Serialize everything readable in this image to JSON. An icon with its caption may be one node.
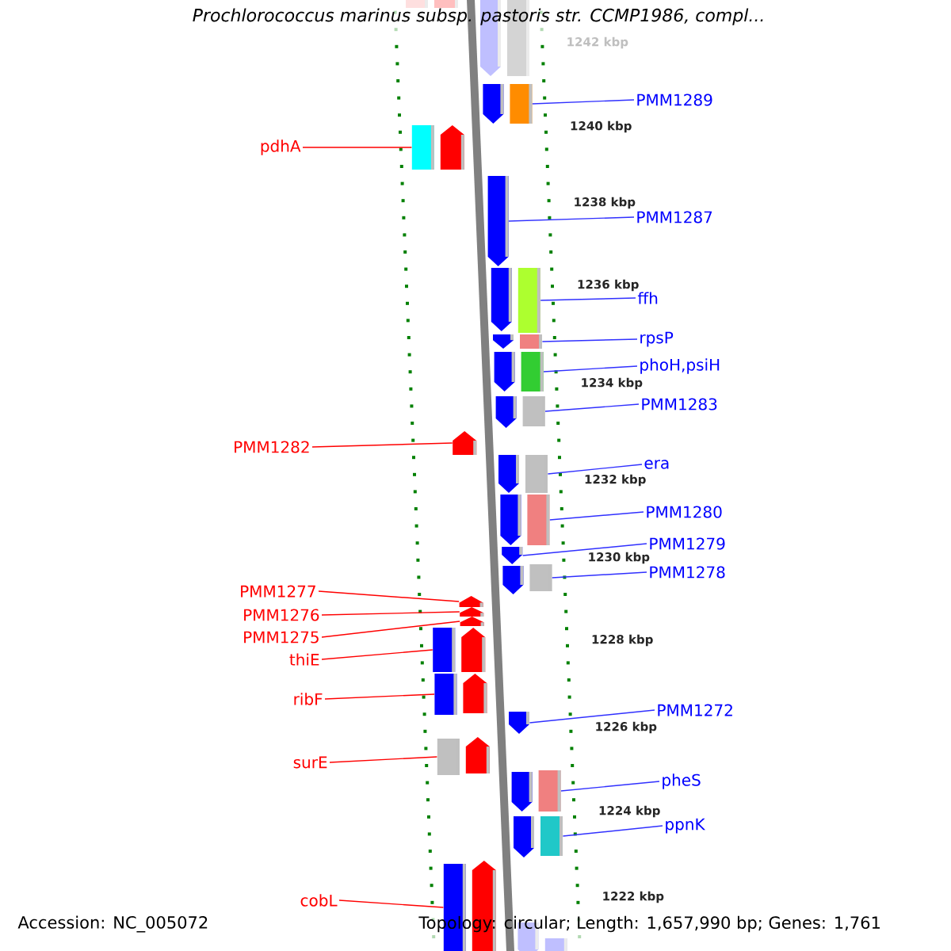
{
  "diagram": {
    "title": "Prochlorococcus marinus subsp. pastoris str. CCMP1986, compl...",
    "nodes": [
      {
        "text": [
          "PMM1289"
        ]
      },
      {
        "text": [
          "pdhA"
        ]
      },
      {
        "text": [
          "PMM1287"
        ]
      },
      {
        "text": [
          "ffh"
        ]
      },
      {
        "text": [
          "rpsP"
        ]
      },
      {
        "text": [
          "phoH,psiH"
        ]
      },
      {
        "text": [
          "PMM1283"
        ]
      },
      {
        "text": [
          "PMM1282"
        ]
      },
      {
        "text": [
          "era"
        ]
      },
      {
        "text": [
          "PMM1280"
        ]
      },
      {
        "text": [
          "PMM1279"
        ]
      },
      {
        "text": [
          "PMM1278"
        ]
      },
      {
        "text": [
          "PMM1277"
        ]
      },
      {
        "text": [
          "PMM1276"
        ]
      },
      {
        "text": [
          "PMM1275"
        ]
      },
      {
        "text": [
          "thiE"
        ]
      },
      {
        "text": [
          "ribF"
        ]
      },
      {
        "text": [
          "PMM1272"
        ]
      },
      {
        "text": [
          "surE"
        ]
      },
      {
        "text": [
          "pheS"
        ]
      },
      {
        "text": [
          "ppnK"
        ]
      },
      {
        "text": [
          "cobL"
        ]
      },
      {
        "text": [],
        "shape": "box"
      },
      {
        "text": [],
        "shape": "box"
      },
      {
        "text": [],
        "shape": "pentagon"
      },
      {
        "text": [],
        "shape": "box"
      },
      {
        "text": [],
        "shape": "box"
      },
      {
        "text": [],
        "shape": "box"
      },
      {
        "text": [],
        "shape": "box"
      },
      {
        "text": [],
        "shape": "pentagon"
      },
      {
        "text": [],
        "shape": "box"
      },
      {
        "text": [],
        "shape": "box"
      },
      {
        "text": [],
        "shape": "pentagon"
      },
      {
        "text": [],
        "shape": "box"
      },
      {
        "text": [],
        "shape": "pentagon"
      },
      {
        "text": [],
        "shape": "pentagon"
      },
      {
        "text": [],
        "shape": "pentagon"
      },
      {
        "text": [],
        "shape": "box"
      },
      {
        "text": [],
        "shape": "box"
      },
      {
        "text": [],
        "shape": "pentagon"
      },
      {
        "text": [],
        "shape": "box"
      },
      {
        "text": [],
        "shape": "box"
      },
      {
        "text": [],
        "shape": "box"
      },
      {
        "text": [],
        "shape": "box"
      }
    ],
    "edges": [
      {
        "from": 0,
        "to": 22,
        "arrow": "none"
      },
      {
        "from": 1,
        "to": 23,
        "arrow": "none",
        "color": "#ff0000"
      },
      {
        "from": 2,
        "to": 24,
        "arrow": "none"
      },
      {
        "from": 3,
        "to": 25,
        "arrow": "none"
      },
      {
        "from": 4,
        "to": 26,
        "arrow": "none"
      },
      {
        "from": 5,
        "to": 27,
        "arrow": "none"
      },
      {
        "from": 6,
        "to": 28,
        "arrow": "none"
      },
      {
        "from": 7,
        "to": 29,
        "arrow": "none",
        "color": "#ff0000"
      },
      {
        "from": 8,
        "to": 30,
        "arrow": "none"
      },
      {
        "from": 9,
        "to": 31,
        "arrow": "none"
      },
      {
        "from": 10,
        "to": 32,
        "arrow": "none"
      },
      {
        "from": 11,
        "to": 33,
        "arrow": "none"
      },
      {
        "from": 12,
        "to": 34,
        "arrow": "none",
        "color": "#ff0000"
      },
      {
        "from": 13,
        "to": 35,
        "arrow": "none",
        "color": "#ff0000"
      },
      {
        "from": 14,
        "to": 36,
        "arrow": "none",
        "color": "#ff0000"
      },
      {
        "from": 15,
        "to": 37,
        "arrow": "none",
        "color": "#ff0000"
      },
      {
        "from": 16,
        "to": 38,
        "arrow": "none",
        "color": "#ff0000"
      },
      {
        "from": 17,
        "to": 39,
        "arrow": "none"
      },
      {
        "from": 18,
        "to": 40,
        "arrow": "none",
        "color": "#ff0000"
      },
      {
        "from": 19,
        "to": 41,
        "arrow": "none"
      },
      {
        "from": 20,
        "to": 42,
        "arrow": "none"
      },
      {
        "from": 21,
        "to": 43,
        "arrow": "none",
        "color": "#ff0000"
      }
    ],
    "labels": [
      "1242 kbp",
      "1240 kbp",
      "1238 kbp",
      "1236 kbp",
      "1234 kbp",
      "1232 kbp",
      "1230 kbp",
      "1228 kbp",
      "1226 kbp",
      "1224 kbp",
      "1222 kbp",
      "Accession: NC_005072",
      "Topology: circular; Length: 1,657,990 bp; Genes: 1,761"
    ]
  }
}
